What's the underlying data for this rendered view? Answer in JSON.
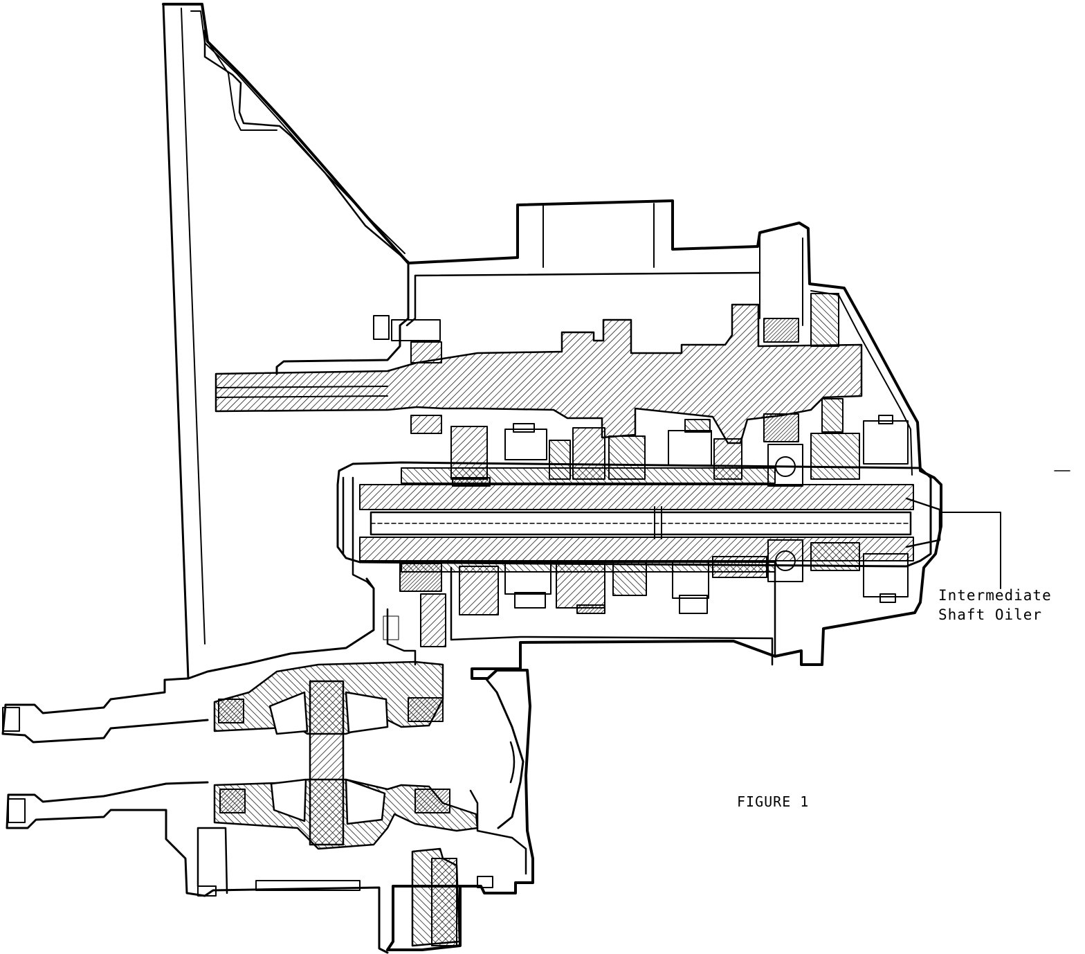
{
  "figure": {
    "caption": "FIGURE 1",
    "callouts": [
      {
        "line1": "Intermediate",
        "line2": "Shaft Oiler"
      }
    ]
  },
  "colors": {
    "ink": "#000000",
    "paper": "#ffffff"
  }
}
